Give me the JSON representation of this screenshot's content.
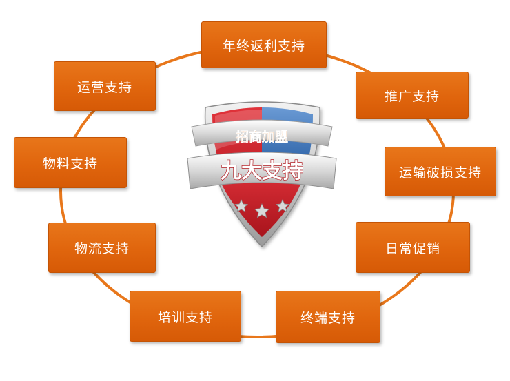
{
  "center": {
    "banner_label": "招商加盟",
    "title": "九大支持"
  },
  "supports": [
    "年终返利支持",
    "推广支持",
    "运输破损支持",
    "日常促销",
    "终端支持",
    "培训支持",
    "物流支持",
    "物料支持",
    "运营支持"
  ],
  "colors": {
    "box": "#e0650d",
    "ring": "#e8771b",
    "shield_red": "#c8202a",
    "shield_blue": "#4a82c4"
  }
}
